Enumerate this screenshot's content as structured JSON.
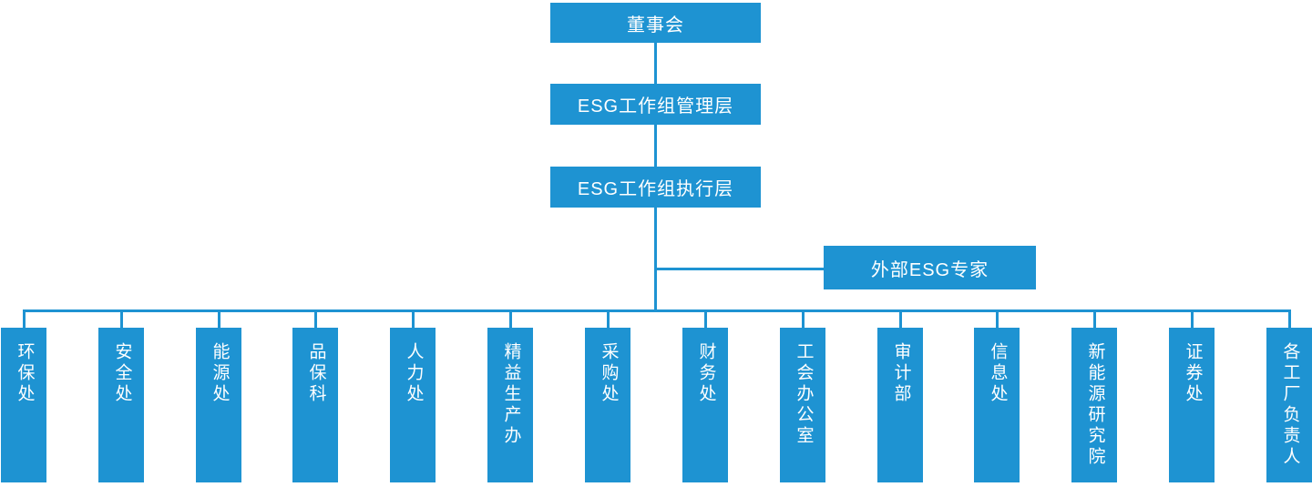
{
  "colors": {
    "box-blue": "#1E93D2",
    "connector-blue": "#1E93D2",
    "text-white": "#FFFFFF"
  },
  "chart": {
    "root": {
      "label": "董事会"
    },
    "level2": {
      "label": "ESG工作组管理层"
    },
    "level3": {
      "label": "ESG工作组执行层"
    },
    "advisor": {
      "label": "外部ESG专家"
    },
    "departments": [
      {
        "label": "环保处"
      },
      {
        "label": "安全处"
      },
      {
        "label": "能源处"
      },
      {
        "label": "品保科"
      },
      {
        "label": "人力处"
      },
      {
        "label": "精益生产办"
      },
      {
        "label": "采购处"
      },
      {
        "label": "财务处"
      },
      {
        "label": "工会办公室"
      },
      {
        "label": "审计部"
      },
      {
        "label": "信息处"
      },
      {
        "label": "新能源研究院"
      },
      {
        "label": "证券处"
      },
      {
        "label": "各工厂负责人"
      }
    ]
  }
}
